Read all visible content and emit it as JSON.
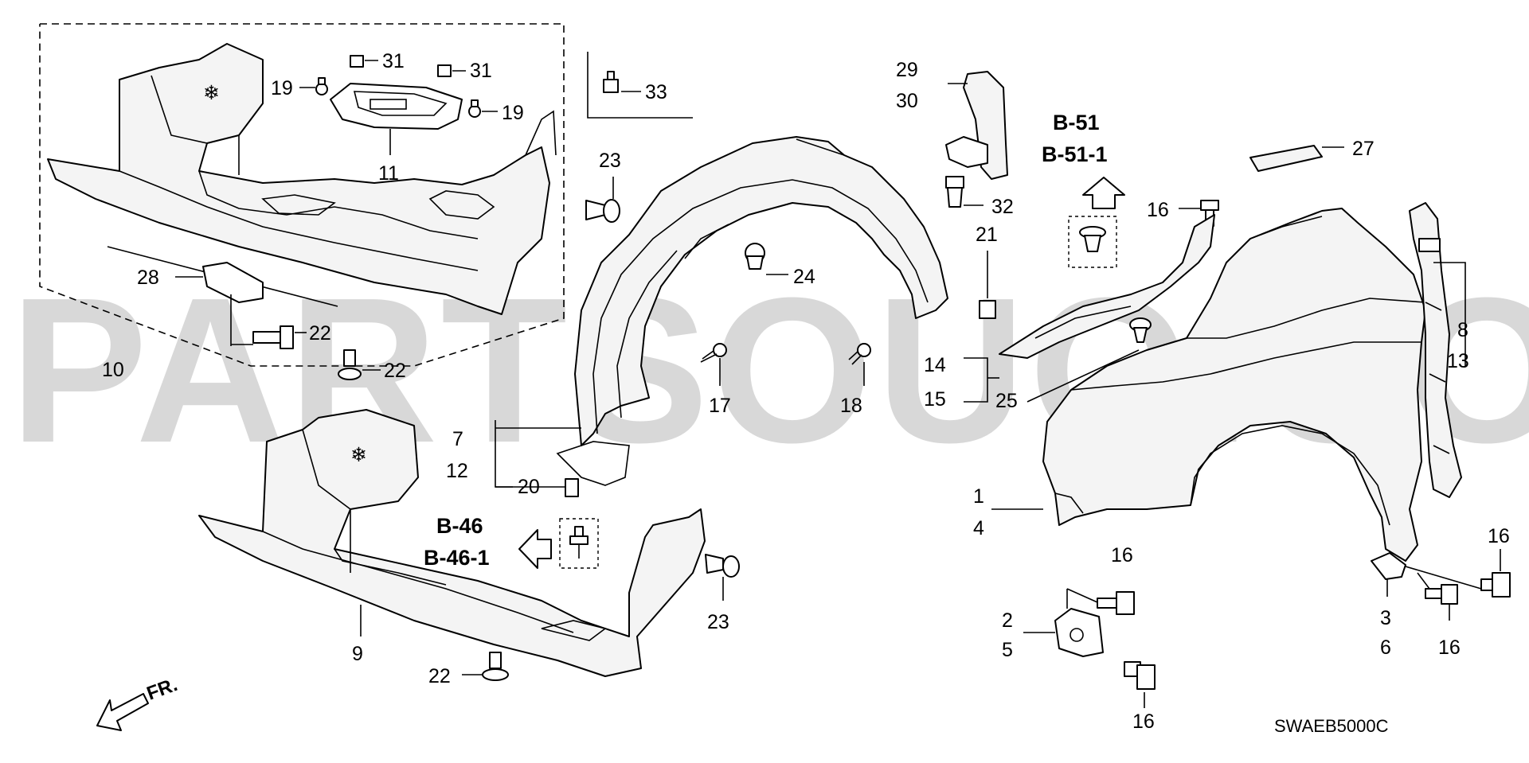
{
  "watermark": "PARTSOUQ.COM",
  "diagram_code": "SWAEB5000C",
  "direction_label": "FR.",
  "references": {
    "ref_b51": "B-51",
    "ref_b51_1": "B-51-1",
    "ref_b46": "B-46",
    "ref_b46_1": "B-46-1"
  },
  "callouts": {
    "c1": "1",
    "c2": "2",
    "c3": "3",
    "c4": "4",
    "c5": "5",
    "c6": "6",
    "c7": "7",
    "c8": "8",
    "c9": "9",
    "c10": "10",
    "c11": "11",
    "c12": "12",
    "c13": "13",
    "c14": "14",
    "c15": "15",
    "c16a": "16",
    "c16b": "16",
    "c16c": "16",
    "c16d": "16",
    "c16e": "16",
    "c17": "17",
    "c18": "18",
    "c19a": "19",
    "c19b": "19",
    "c20": "20",
    "c21": "21",
    "c22a": "22",
    "c22b": "22",
    "c22c": "22",
    "c23a": "23",
    "c23b": "23",
    "c24": "24",
    "c25": "25",
    "c27": "27",
    "c28": "28",
    "c29": "29",
    "c30": "30",
    "c31a": "31",
    "c31b": "31",
    "c32": "32",
    "c33": "33"
  }
}
